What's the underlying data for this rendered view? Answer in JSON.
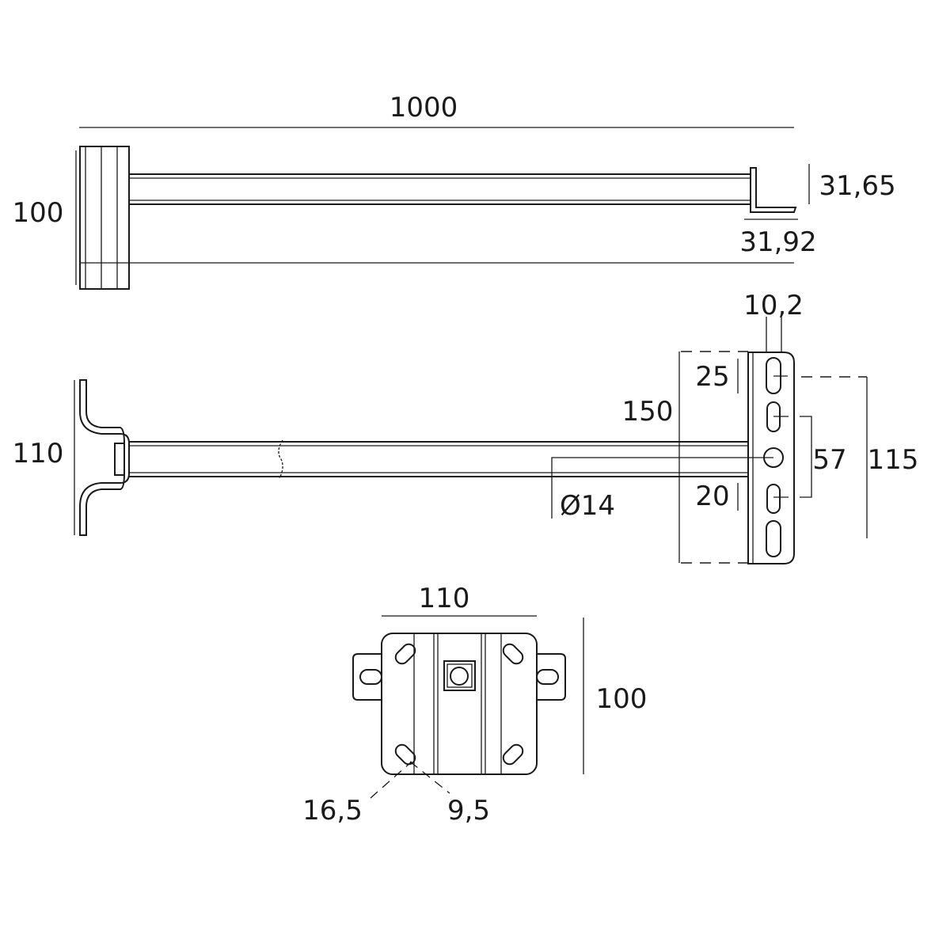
{
  "drawing": {
    "top_view": {
      "length": "1000",
      "height": "100",
      "hook_height": "31,65",
      "hook_width": "31,92"
    },
    "side_view": {
      "bracket_height": "110",
      "slot_width": "10,2",
      "plate_height": "150",
      "top_offset": "25",
      "bottom_offset": "20",
      "slot_spacing": "57",
      "slot_span": "115",
      "hole_diameter": "Ø14"
    },
    "front_view": {
      "width": "110",
      "height": "100",
      "slot_length": "16,5",
      "slot_width": "9,5"
    }
  },
  "colors": {
    "line": "#1a1a1a",
    "background": "#ffffff"
  }
}
